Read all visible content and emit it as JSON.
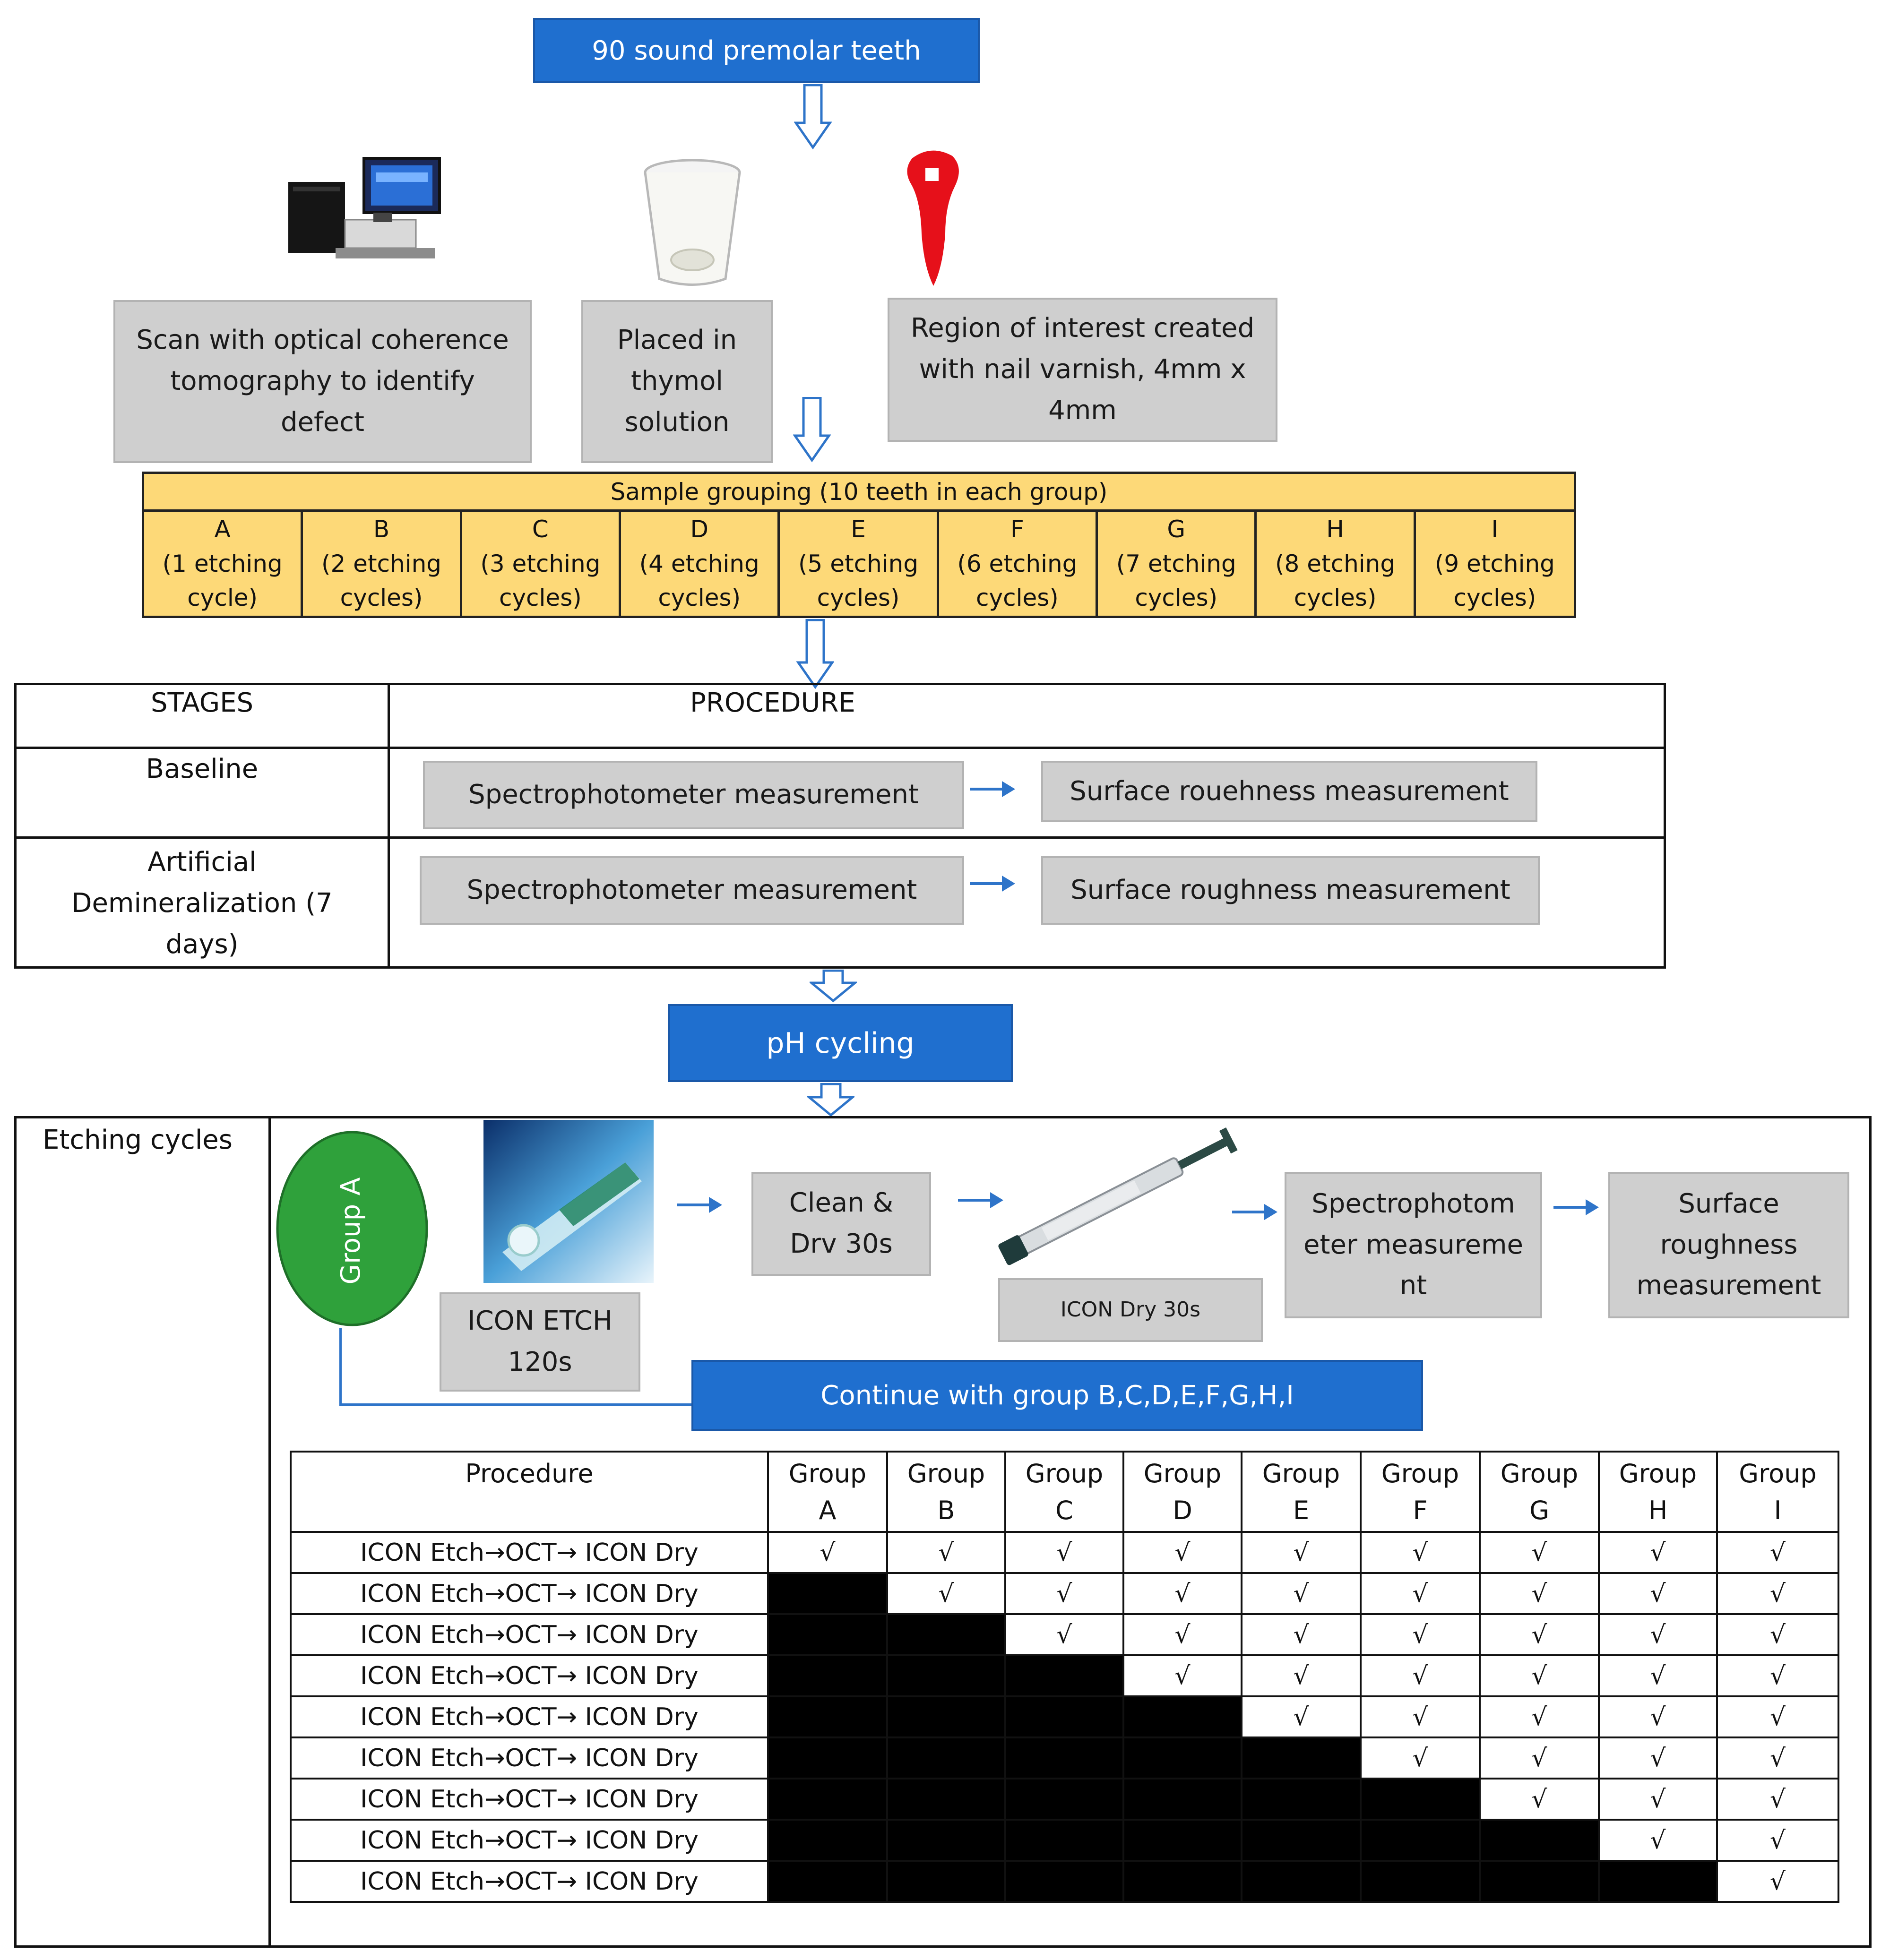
{
  "top_box": "90 sound premolar teeth",
  "prep_steps": [
    {
      "label": "Scan with optical coherence tomography to identify defect",
      "icon": "oct-scanner-icon"
    },
    {
      "label": "Placed in thymol solution",
      "icon": "thymol-cup-icon"
    },
    {
      "label": "Region of interest created with nail varnish, 4mm x 4mm",
      "icon": "tooth-varnish-icon"
    }
  ],
  "grouping": {
    "title": "Sample grouping (10 teeth in each group)",
    "groups": [
      {
        "letter": "A",
        "desc": "(1 etching cycle)"
      },
      {
        "letter": "B",
        "desc": "(2 etching cycles)"
      },
      {
        "letter": "C",
        "desc": "(3 etching cycles)"
      },
      {
        "letter": "D",
        "desc": "(4 etching cycles)"
      },
      {
        "letter": "E",
        "desc": "(5 etching cycles)"
      },
      {
        "letter": "F",
        "desc": "(6 etching cycles)"
      },
      {
        "letter": "G",
        "desc": "(7 etching cycles)"
      },
      {
        "letter": "H",
        "desc": "(8 etching cycles)"
      },
      {
        "letter": "I",
        "desc": "(9 etching cycles)"
      }
    ]
  },
  "stages_table": {
    "col_stages": "STAGES",
    "col_procedure": "PROCEDURE",
    "rows": [
      {
        "stage": "Baseline",
        "step1": "Spectrophotometer measurement",
        "step2": "Surface rouehness measurement"
      },
      {
        "stage": "Artificial Demineralization (7 days)",
        "step1": "Spectrophotometer measurement",
        "step2": "Surface roughness measurement"
      }
    ]
  },
  "ph_box": "pH cycling",
  "etching": {
    "label": "Etching cycles",
    "group_circle": "Group A",
    "icon_etch_label": "ICON ETCH 120s",
    "clean_label": "Clean & Drv 30s",
    "icon_dry_label": "ICON Dry 30s",
    "spectro_label": "Spectrophotom eter measurement",
    "surface_label": "Surface roughness measurement",
    "continue_label": "Continue with group B,C,D,E,F,G,H,I",
    "colors": {
      "circle": "#2fa13b",
      "blue": "#1f6fcf",
      "arrow": "#2e74c9"
    }
  },
  "procedure_table": {
    "header": "Procedure",
    "groups": [
      "Group A",
      "Group B",
      "Group C",
      "Group D",
      "Group E",
      "Group F",
      "Group G",
      "Group H",
      "Group I"
    ],
    "row_label": "ICON Etch→OCT→ ICON Dry",
    "check": "√",
    "row_count": 9
  }
}
